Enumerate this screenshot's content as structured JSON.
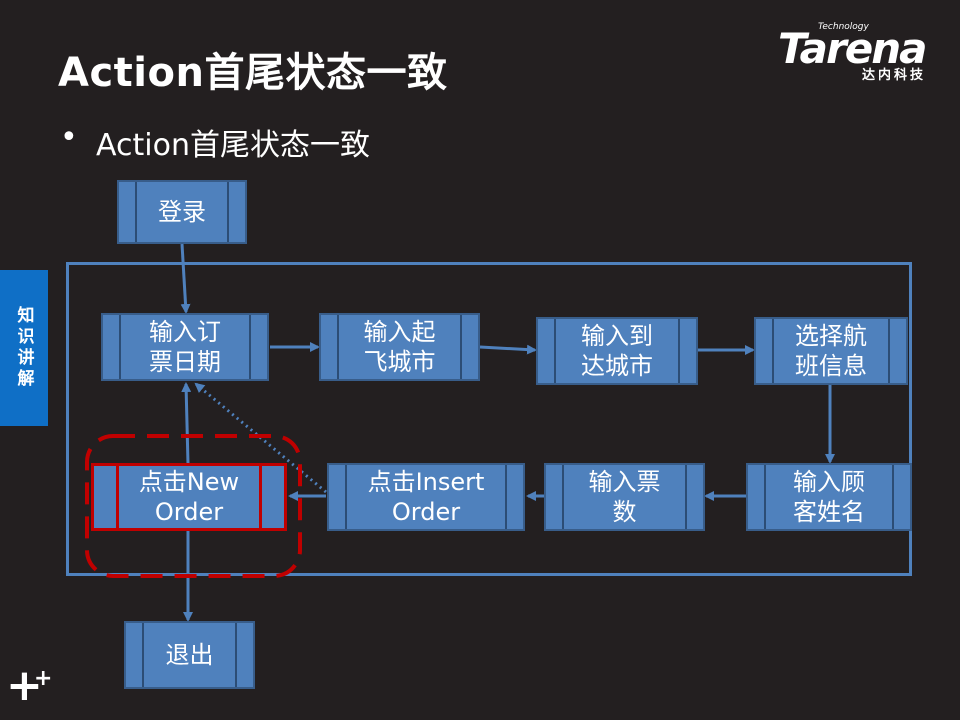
{
  "title": "Action首尾状态一致",
  "logo": {
    "tagline": "Technology",
    "brand": "Tarena",
    "subtitle": "达内科技"
  },
  "bullet": {
    "dot": "•",
    "text": "Action首尾状态一致"
  },
  "side_tab": "知识讲解",
  "nodes": {
    "login": "登录",
    "input_date": "输入订\n票日期",
    "input_from": "输入起\n飞城市",
    "input_to": "输入到\n达城市",
    "choose_flight": "选择航\n班信息",
    "input_name": "输入顾\n客姓名",
    "input_count": "输入票\n数",
    "click_insert": "点击Insert\nOrder",
    "click_new": "点击New\nOrder",
    "logout": "退出"
  },
  "colors": {
    "node_fill": "#4f81bd",
    "node_border": "#385d8a",
    "highlight": "#c00000",
    "side_tab": "#0f6fc6",
    "background": "#231f20"
  }
}
